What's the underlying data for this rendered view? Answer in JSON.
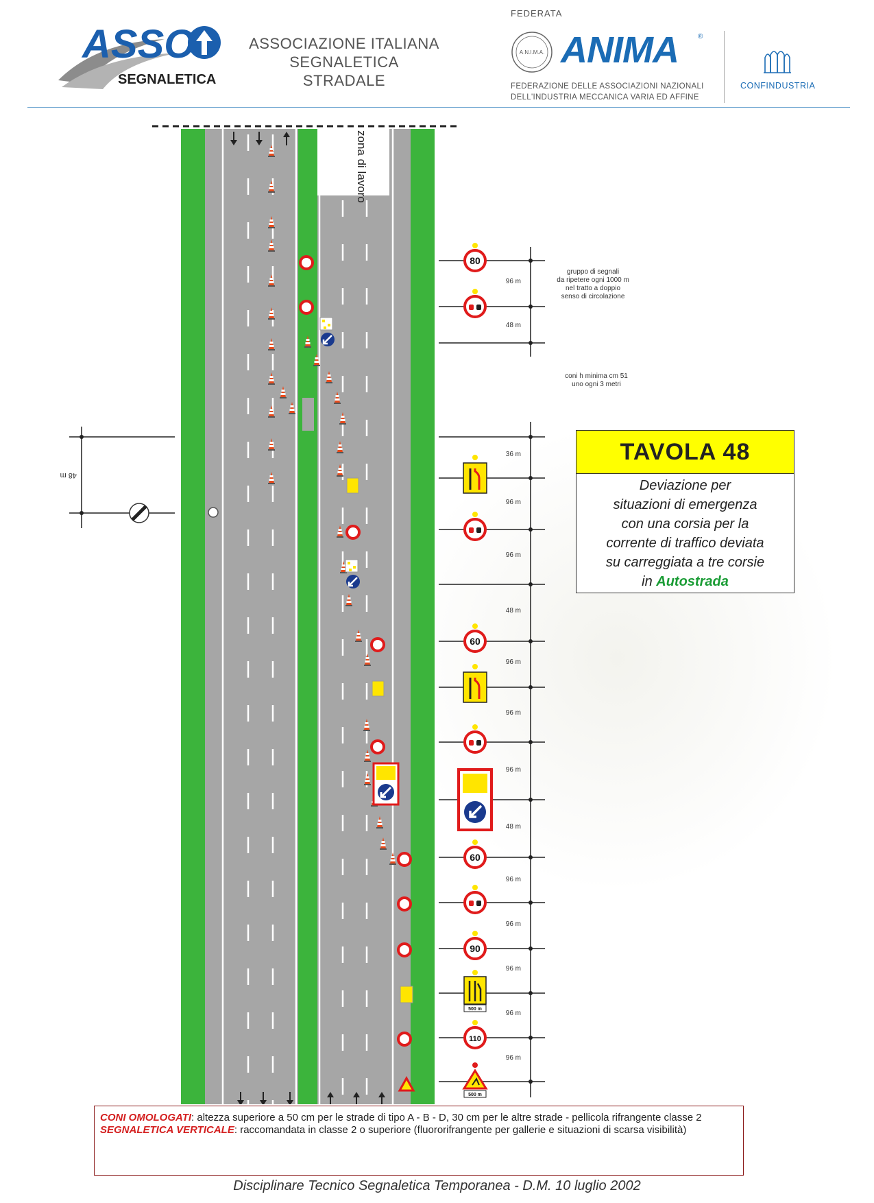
{
  "header": {
    "asso_logo": {
      "brand": "ASSO",
      "sub": "SEGNALETICA"
    },
    "asso_fullname": [
      "ASSOCIAZIONE ITALIANA",
      "SEGNALETICA STRADALE"
    ],
    "federata": "FEDERATA",
    "anima_seal": "A.N.I.M.A.",
    "anima_logo": "ANIMA",
    "anima_reg": "®",
    "anima_fullname": [
      "FEDERAZIONE DELLE ASSOCIAZIONI NAZIONALI",
      "DELL'INDUSTRIA MECCANICA VARIA ED AFFINE"
    ],
    "confindustria": "CONFINDUSTRIA",
    "colors": {
      "asso_blue": "#1b5fae",
      "anima_blue": "#1b6cb5",
      "header_rule": "#6aa3cf"
    }
  },
  "diagram": {
    "work_zone_label": "zona di lavoro",
    "colors": {
      "road": "#a6a6a6",
      "verge": "#3cb43c",
      "sign_red": "#e01b1b",
      "sign_yellow": "#ffe500",
      "sign_blue": "#1a3a8e"
    },
    "notes": {
      "repeat_group": [
        "gruppo di segnali",
        "da ripetere ogni 1000 m",
        "nel tratto a doppio",
        "senso di circolazione"
      ],
      "cones": [
        "coni h minima cm 51",
        "uno ogni 3 metri"
      ]
    },
    "left_distance": "48 m",
    "sign_column": [
      {
        "type": "speed-limit",
        "label": "80",
        "distance_after": "96 m"
      },
      {
        "type": "no-overtaking",
        "label": "",
        "distance_after": "48 m"
      },
      {
        "type": "lane-change",
        "label": "",
        "distance_after": "36 m"
      },
      {
        "type": "no-overtaking",
        "label": "",
        "distance_after": "96 m"
      },
      {
        "type": "blank",
        "label": "",
        "distance_after": "96 m"
      },
      {
        "type": "speed-limit",
        "label": "60",
        "distance_after": "48 m"
      },
      {
        "type": "lane-change",
        "label": "",
        "distance_after": "96 m"
      },
      {
        "type": "no-overtaking",
        "label": "",
        "distance_after": "96 m"
      },
      {
        "type": "keep-left-panel",
        "label": "",
        "distance_after": "96 m"
      },
      {
        "type": "speed-limit",
        "label": "60",
        "distance_after": "48 m"
      },
      {
        "type": "no-overtaking",
        "label": "",
        "distance_after": "96 m"
      },
      {
        "type": "speed-limit",
        "label": "90",
        "distance_after": "96 m"
      },
      {
        "type": "lane-pref-500",
        "label": "500 m",
        "distance_after": "96 m"
      },
      {
        "type": "speed-limit",
        "label": "110",
        "distance_after": "96 m"
      },
      {
        "type": "roadworks-500",
        "label": "500 m",
        "distance_after": "96 m"
      }
    ]
  },
  "tavola": {
    "title": "TAVOLA  48",
    "desc_lines": [
      "Deviazione per",
      "situazioni di emergenza",
      "con una corsia per la",
      "corrente di traffico deviata",
      "su carreggiata a tre corsie"
    ],
    "desc_last_prefix": "in ",
    "desc_last_highlight": "Autostrada"
  },
  "notes_box": {
    "line1_key": "CONI OMOLOGATI",
    "line1_text": ": altezza superiore a 50 cm per le strade di tipo A - B - D, 30 cm per le altre strade - pellicola rifrangente classe 2",
    "line2_key": "SEGNALETICA VERTICALE",
    "line2_text": ": raccomandata in classe 2 o superiore (fluororifrangente per gallerie e situazioni di scarsa visibilità)"
  },
  "footer": "Disciplinare Tecnico Segnaletica Temporanea - D.M.  10 luglio 2002"
}
